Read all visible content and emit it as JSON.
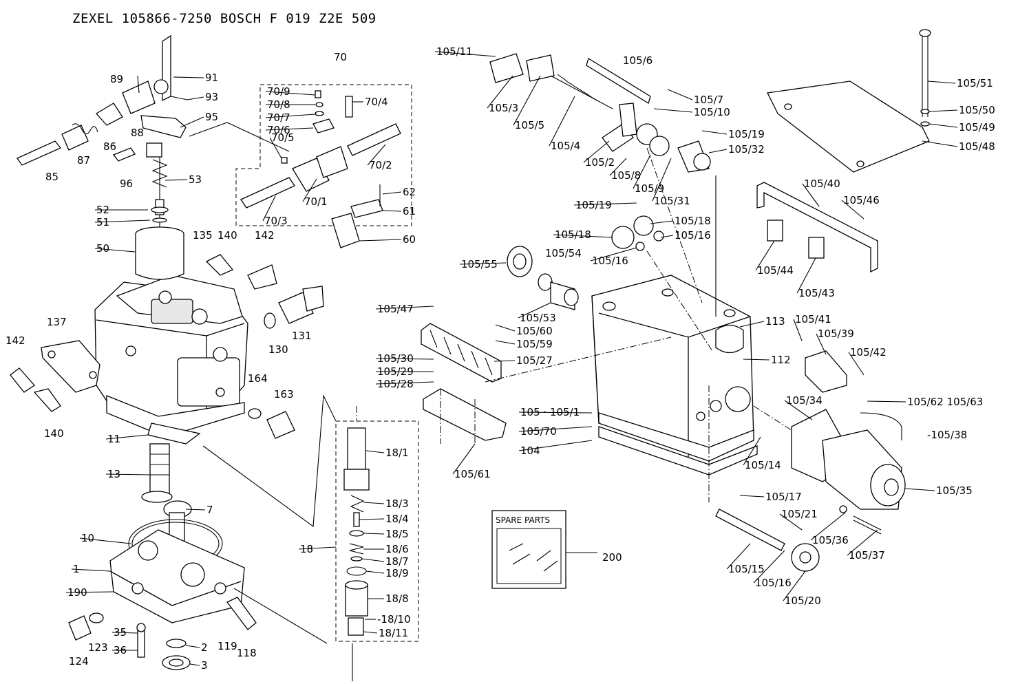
{
  "title": "ZEXEL   105866-7250   BOSCH   F 019 Z2E 509",
  "spare_parts_label": "SPARE PARTS",
  "labels": [
    "89",
    "91",
    "93",
    "95",
    "88",
    "87",
    "86",
    "85",
    "96",
    "53",
    "52",
    "51",
    "50",
    "135",
    "140",
    "142",
    "137",
    "142",
    "140",
    "131",
    "130",
    "164",
    "163",
    "11",
    "13",
    "7",
    "10",
    "1",
    "190",
    "124",
    "123",
    "35",
    "36",
    "119",
    "118",
    "2",
    "3",
    "70",
    "70/9",
    "70/8",
    "70/7",
    "70/6",
    "70/5",
    "70/4",
    "70/2",
    "70/1",
    "70/3",
    "62",
    "61",
    "60",
    "18",
    "18/1",
    "18/3",
    "18/4",
    "18/5",
    "18/6",
    "18/7",
    "18/9",
    "18/8",
    "-18/10",
    "18/11",
    "105/11",
    "105/6",
    "105/7",
    "105/10",
    "105/3",
    "105/5",
    "105/4",
    "105/2",
    "105/8",
    "105/9",
    "105/31",
    "105/19",
    "105/32",
    "105/19",
    "105/18",
    "105/18",
    "105/16",
    "105/16",
    "105/55",
    "105/54",
    "105/47",
    "105/60",
    "105/59",
    "105/30",
    "105/27",
    "105/29",
    "105/28",
    "105/53",
    "105/61",
    "113",
    "112",
    "105 · 105/1",
    "105/70",
    "104",
    "105/14",
    "105/51",
    "105/50",
    "105/49",
    "105/48",
    "105/40",
    "105/46",
    "105/44",
    "105/43",
    "105/41",
    "105/39",
    "105/42",
    "105/34",
    "105/62  105/63",
    "-105/38",
    "105/35",
    "105/17",
    "105/21",
    "105/36",
    "105/37",
    "105/15",
    "105/16",
    "105/20",
    "200"
  ]
}
